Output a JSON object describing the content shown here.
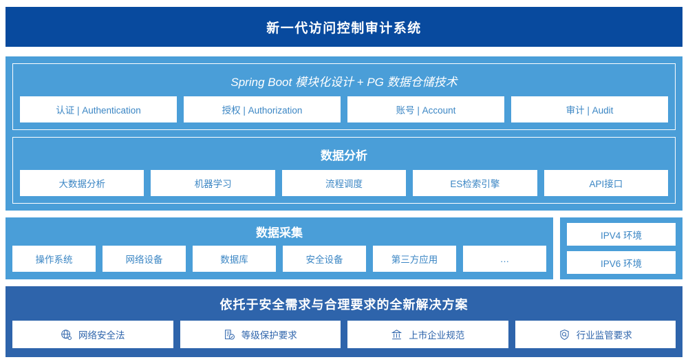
{
  "title": {
    "text": "新一代访问控制审计系统"
  },
  "platform": {
    "sections": [
      {
        "title": "Spring Boot 模块化设计 + PG 数据仓储技术",
        "items": [
          "认证 | Authentication",
          "授权 | Authorization",
          "账号 | Account",
          "审计 | Audit"
        ]
      },
      {
        "title": "数据分析",
        "items": [
          "大数据分析",
          "机器学习",
          "流程调度",
          "ES检索引擎",
          "API接口"
        ]
      }
    ]
  },
  "collection": {
    "title": "数据采集",
    "items": [
      "操作系统",
      "网络设备",
      "数据库",
      "安全设备",
      "第三方应用",
      "…"
    ]
  },
  "environment": {
    "items": [
      "IPV4 环境",
      "IPV6 环境"
    ]
  },
  "compliance": {
    "title": "依托于安全需求与合理要求的全新解决方案",
    "items": [
      {
        "label": "网络安全法",
        "icon": "globe-icon"
      },
      {
        "label": "等级保护要求",
        "icon": "document-check-icon"
      },
      {
        "label": "上市企业规范",
        "icon": "bank-icon"
      },
      {
        "label": "行业监管要求",
        "icon": "shield-search-icon"
      }
    ]
  },
  "colors": {
    "header_blue": "#084a9e",
    "panel_blue": "#4a9ed8",
    "compliance_blue": "#2e64ab",
    "box_white": "#ffffff",
    "box_text_blue": "#3b86c4"
  }
}
